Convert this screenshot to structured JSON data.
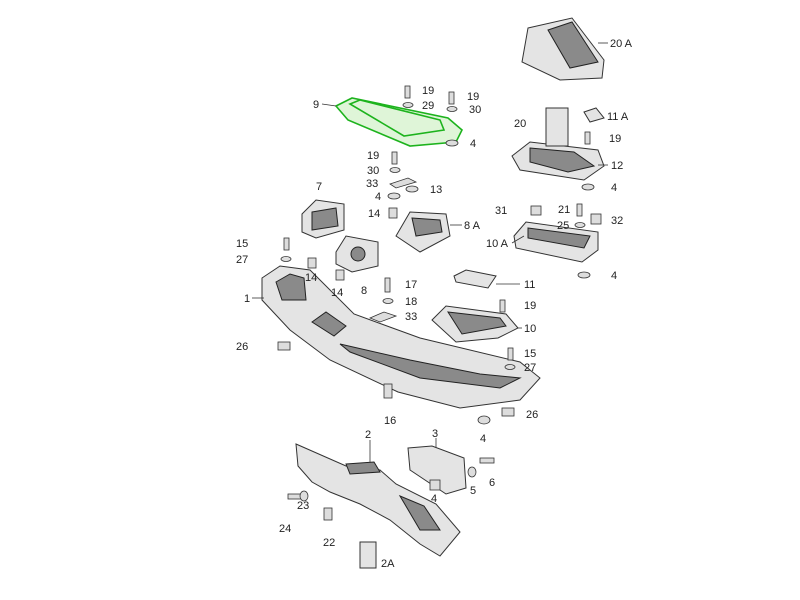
{
  "diagram": {
    "title": "Center console exploded parts view",
    "highlight_color": "#1db31d",
    "highlighted_part": "9",
    "labels": {
      "p20a": "20 A",
      "p19a": "19",
      "p29": "29",
      "p9": "9",
      "p19b": "19",
      "p30a": "30",
      "p11a": "11 A",
      "p20": "20",
      "p19c": "19",
      "p4a": "4",
      "p12": "12",
      "p19d": "19",
      "p30b": "30",
      "p33a": "33",
      "p13": "13",
      "p4b": "4",
      "p4c": "4",
      "p7": "7",
      "p14a": "14",
      "p8a": "8 A",
      "p31": "31",
      "p21": "21",
      "p25": "25",
      "p32": "32",
      "p10a": "10 A",
      "p15a": "15",
      "p27a": "27",
      "p4d": "4",
      "p14b": "14",
      "p14c": "14",
      "p8": "8",
      "p17": "17",
      "p11": "11",
      "p18": "18",
      "p1": "1",
      "p33b": "33",
      "p19e": "19",
      "p10": "10",
      "p26a": "26",
      "p15b": "15",
      "p27b": "27",
      "p16": "16",
      "p4e": "4",
      "p26b": "26",
      "p2": "2",
      "p3": "3",
      "p6": "6",
      "p5": "5",
      "p4f": "4",
      "p23": "23",
      "p24": "24",
      "p22": "22",
      "p2a": "2A"
    }
  }
}
